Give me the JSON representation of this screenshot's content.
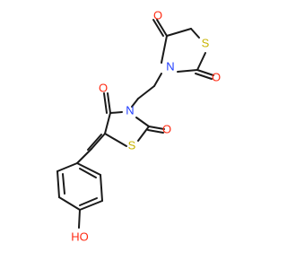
{
  "diagram": {
    "type": "chemical-structure",
    "atom_labels": [
      {
        "name": "carbonyl-oxygen-top-ring-c4",
        "text": "O",
        "color": "#ff2a12"
      },
      {
        "name": "sulfur-top-ring",
        "text": "S",
        "color": "#c8b400"
      },
      {
        "name": "nitrogen-top-ring",
        "text": "N",
        "color": "#1f3cff"
      },
      {
        "name": "carbonyl-oxygen-top-ring-c2",
        "text": "O",
        "color": "#ff2a12"
      },
      {
        "name": "carbonyl-oxygen-bottom-ring-c4",
        "text": "O",
        "color": "#ff2a12"
      },
      {
        "name": "nitrogen-bottom-ring",
        "text": "N",
        "color": "#1f3cff"
      },
      {
        "name": "carbonyl-oxygen-bottom-ring-c2",
        "text": "O",
        "color": "#ff2a12"
      },
      {
        "name": "sulfur-bottom-ring",
        "text": "S",
        "color": "#c8b400"
      },
      {
        "name": "hydroxyl-label",
        "text": "HO",
        "color": "#ff2a12"
      }
    ]
  }
}
